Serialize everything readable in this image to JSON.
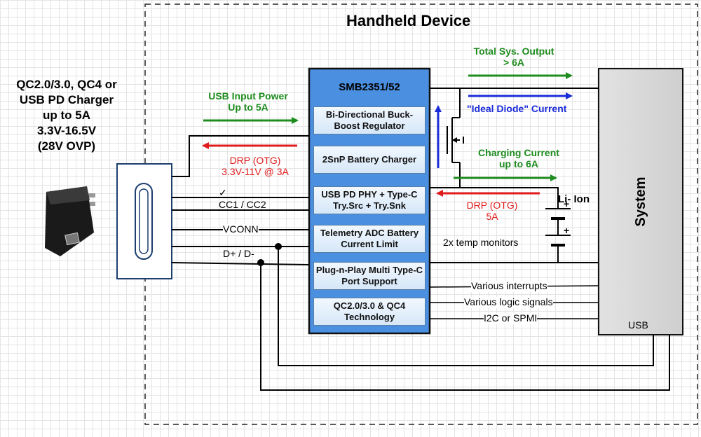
{
  "title": "Handheld Device",
  "charger": {
    "lines": [
      "QC2.0/3.0, QC4 or",
      "USB PD Charger",
      "up to 5A",
      "3.3V-16.5V",
      "(28V OVP)"
    ]
  },
  "chip": {
    "name": "SMB2351/52",
    "blocks": [
      "Bi-Directional Buck-Boost Regulator",
      "2SnP Battery Charger",
      "USB PD PHY + Type-C Try.Src + Try.Snk",
      "Telemetry ADC Battery Current Limit",
      "Plug-n-Play Multi Type-C Port Support",
      "QC2.0/3.0 & QC4 Technology"
    ]
  },
  "labels": {
    "usb_input": [
      "USB Input Power",
      "Up to 5A"
    ],
    "drp_otg_left": [
      "DRP (OTG)",
      "3.3V-11V @ 3A"
    ],
    "checkmark": "✓",
    "cc": "CC1 / CC2",
    "vconn": "VCONN",
    "dpdm": "D+ / D-",
    "total_output": [
      "Total Sys. Output",
      "> 6A"
    ],
    "ideal_diode": "\"Ideal Diode\" Current",
    "charging": [
      "Charging Current",
      "up to 6A"
    ],
    "drp_otg_right": [
      "DRP (OTG)",
      "5A"
    ],
    "li_ion": "Li- Ion",
    "temp": "2x temp monitors",
    "interrupts": "Various interrupts",
    "logic": "Various logic signals",
    "i2c": "I2C or SPMI"
  },
  "system": {
    "label": "System",
    "usb": "USB"
  },
  "colors": {
    "green": "#1e8c1e",
    "red": "#e01b1b",
    "blue": "#1a2bd8",
    "chip_fill": "#4a8fe0",
    "block_border": "#5a7ea3"
  }
}
